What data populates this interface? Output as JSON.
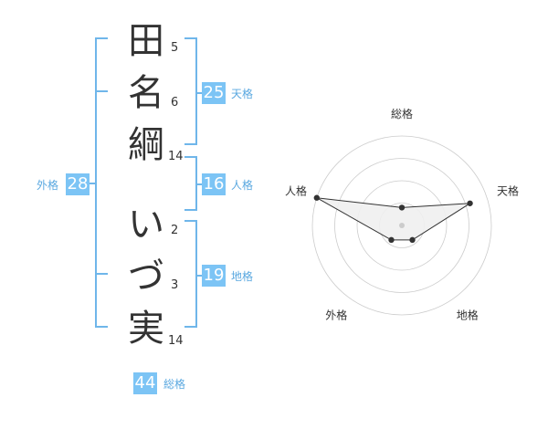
{
  "name": {
    "chars": [
      {
        "char": "田",
        "strokes": "5"
      },
      {
        "char": "名",
        "strokes": "6"
      },
      {
        "char": "綱",
        "strokes": "14"
      },
      {
        "char": "い",
        "strokes": "2"
      },
      {
        "char": "づ",
        "strokes": "3"
      },
      {
        "char": "実",
        "strokes": "14"
      }
    ]
  },
  "kaku": {
    "ten": {
      "label": "天格",
      "value": "25"
    },
    "jin": {
      "label": "人格",
      "value": "16"
    },
    "chi": {
      "label": "地格",
      "value": "19"
    },
    "gai": {
      "label": "外格",
      "value": "28"
    },
    "sou": {
      "label": "総格",
      "value": "44"
    }
  },
  "chart_data": {
    "type": "radar",
    "categories": [
      "総格",
      "天格",
      "地格",
      "外格",
      "人格"
    ],
    "values": [
      1,
      4,
      1,
      1,
      5
    ],
    "range": [
      0,
      5
    ],
    "rings": 4,
    "colors": {
      "fill": "#f0f0f0",
      "line": "#333333",
      "grid": "#cccccc",
      "center": "#cccccc"
    }
  }
}
